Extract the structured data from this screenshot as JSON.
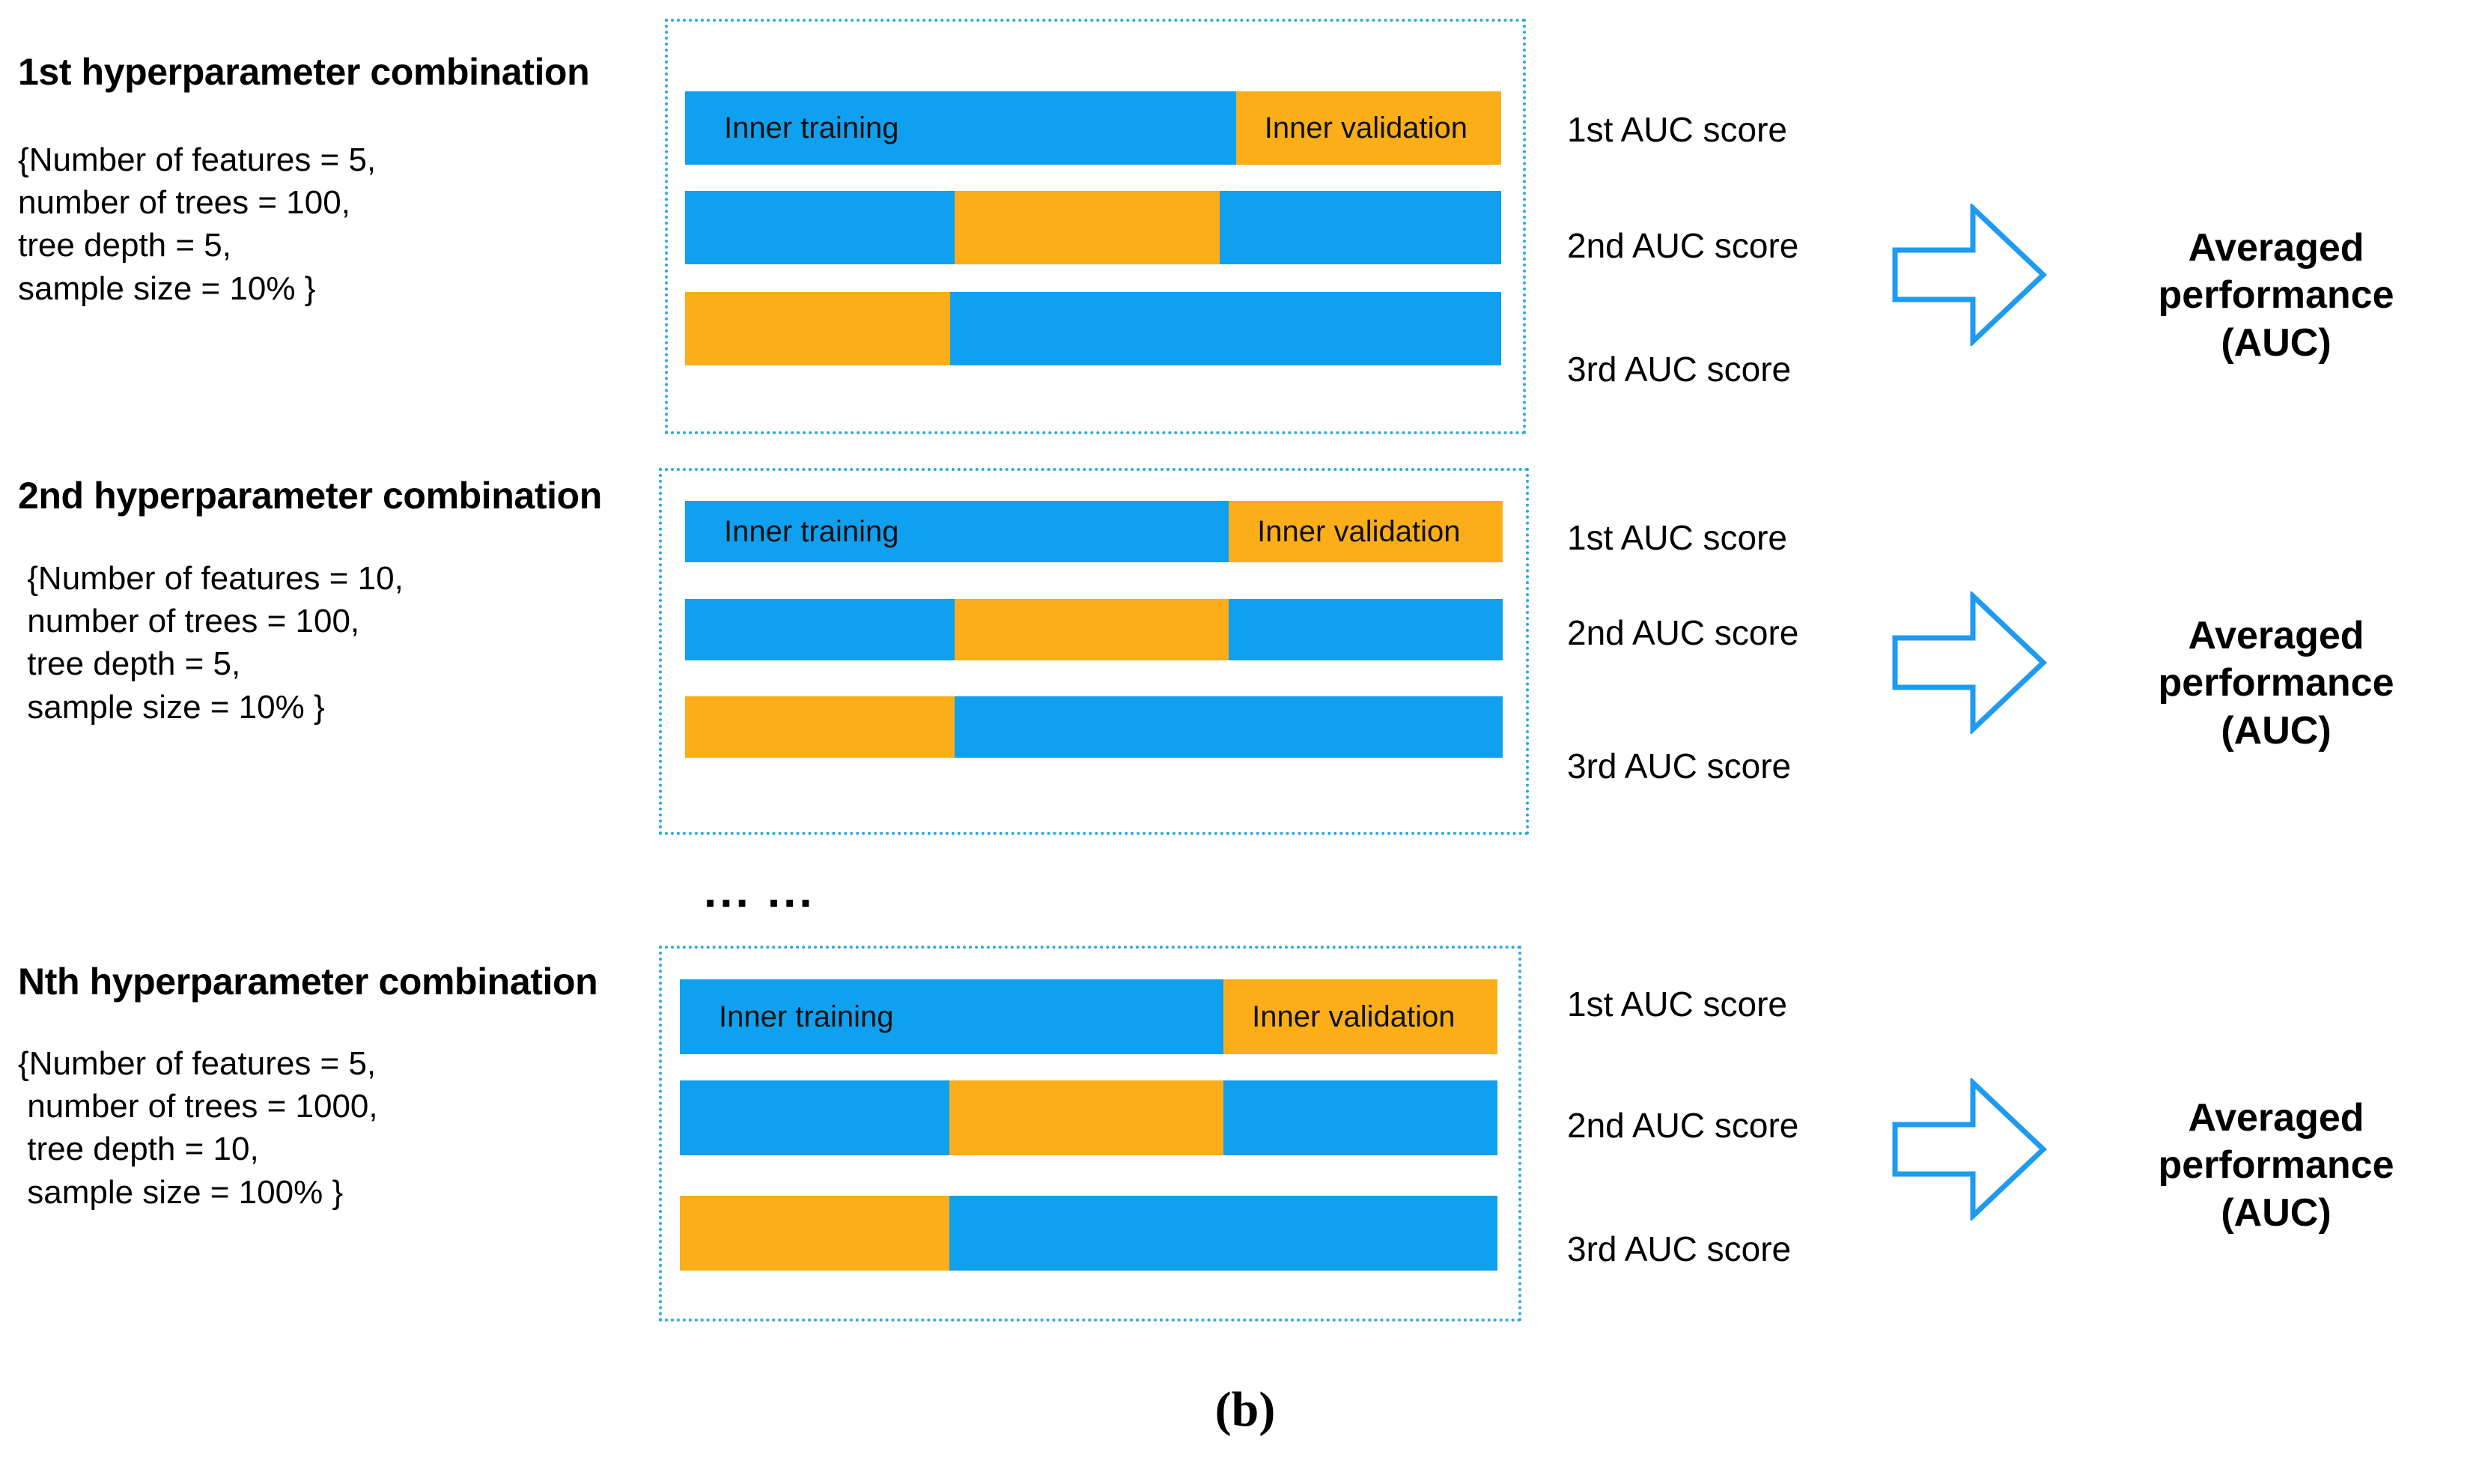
{
  "figure": {
    "caption": "(b)",
    "ellipsis": "... ...",
    "colors": {
      "inner_training": "#0FA0F0",
      "inner_validation": "#FBAE17",
      "group_border": "#29ABE2",
      "arrow_stroke": "#1E9BF0",
      "text": "#000000",
      "background": "#FFFFFF"
    }
  },
  "blocks": [
    {
      "title": "1st hyperparameter combination",
      "params": "{Number of features = 5,\nnumber of trees = 100,\ntree depth = 5,\nsample size = 10% }",
      "folds": [
        {
          "auc_label": "1st AUC score",
          "segments": [
            {
              "type": "Inner training",
              "label": "Inner training",
              "width_pct": 67.5
            },
            {
              "type": "Inner validation",
              "label": "Inner validation",
              "width_pct": 32.5
            }
          ]
        },
        {
          "auc_label": "2nd AUC score",
          "segments": [
            {
              "type": "Inner training",
              "label": "",
              "width_pct": 33.0
            },
            {
              "type": "Inner validation",
              "label": "",
              "width_pct": 32.5
            },
            {
              "type": "Inner training",
              "label": "",
              "width_pct": 34.5
            }
          ]
        },
        {
          "auc_label": "3rd AUC score",
          "segments": [
            {
              "type": "Inner validation",
              "label": "",
              "width_pct": 32.5
            },
            {
              "type": "Inner training",
              "label": "",
              "width_pct": 67.5
            }
          ]
        }
      ],
      "averaged_performance": "Averaged performance\n(AUC)"
    },
    {
      "title": "2nd hyperparameter combination",
      "params": " {Number of features = 10,\n number of trees = 100,\n tree depth = 5,\n sample size = 10% }",
      "folds": [
        {
          "auc_label": "1st AUC score",
          "segments": [
            {
              "type": "Inner training",
              "label": "Inner training",
              "width_pct": 66.5
            },
            {
              "type": "Inner validation",
              "label": "Inner validation",
              "width_pct": 33.5
            }
          ]
        },
        {
          "auc_label": "2nd AUC score",
          "segments": [
            {
              "type": "Inner training",
              "label": "",
              "width_pct": 33.0
            },
            {
              "type": "Inner validation",
              "label": "",
              "width_pct": 33.5
            },
            {
              "type": "Inner training",
              "label": "",
              "width_pct": 33.5
            }
          ]
        },
        {
          "auc_label": "3rd AUC score",
          "segments": [
            {
              "type": "Inner validation",
              "label": "",
              "width_pct": 33.0
            },
            {
              "type": "Inner training",
              "label": "",
              "width_pct": 67.0
            }
          ]
        }
      ],
      "averaged_performance": "Averaged performance\n(AUC)"
    },
    {
      "title": "Nth hyperparameter combination",
      "params": "{Number of features = 5,\n number of trees = 1000,\n tree depth = 10,\n sample size = 100% }",
      "folds": [
        {
          "auc_label": "1st AUC score",
          "segments": [
            {
              "type": "Inner training",
              "label": "Inner training",
              "width_pct": 66.5
            },
            {
              "type": "Inner validation",
              "label": "Inner validation",
              "width_pct": 33.5
            }
          ]
        },
        {
          "auc_label": "2nd AUC score",
          "segments": [
            {
              "type": "Inner training",
              "label": "",
              "width_pct": 33.0
            },
            {
              "type": "Inner validation",
              "label": "",
              "width_pct": 33.5
            },
            {
              "type": "Inner training",
              "label": "",
              "width_pct": 33.5
            }
          ]
        },
        {
          "auc_label": "3rd AUC score",
          "segments": [
            {
              "type": "Inner validation",
              "label": "",
              "width_pct": 33.0
            },
            {
              "type": "Inner training",
              "label": "",
              "width_pct": 67.0
            }
          ]
        }
      ],
      "averaged_performance": "Averaged performance\n(AUC)"
    }
  ]
}
